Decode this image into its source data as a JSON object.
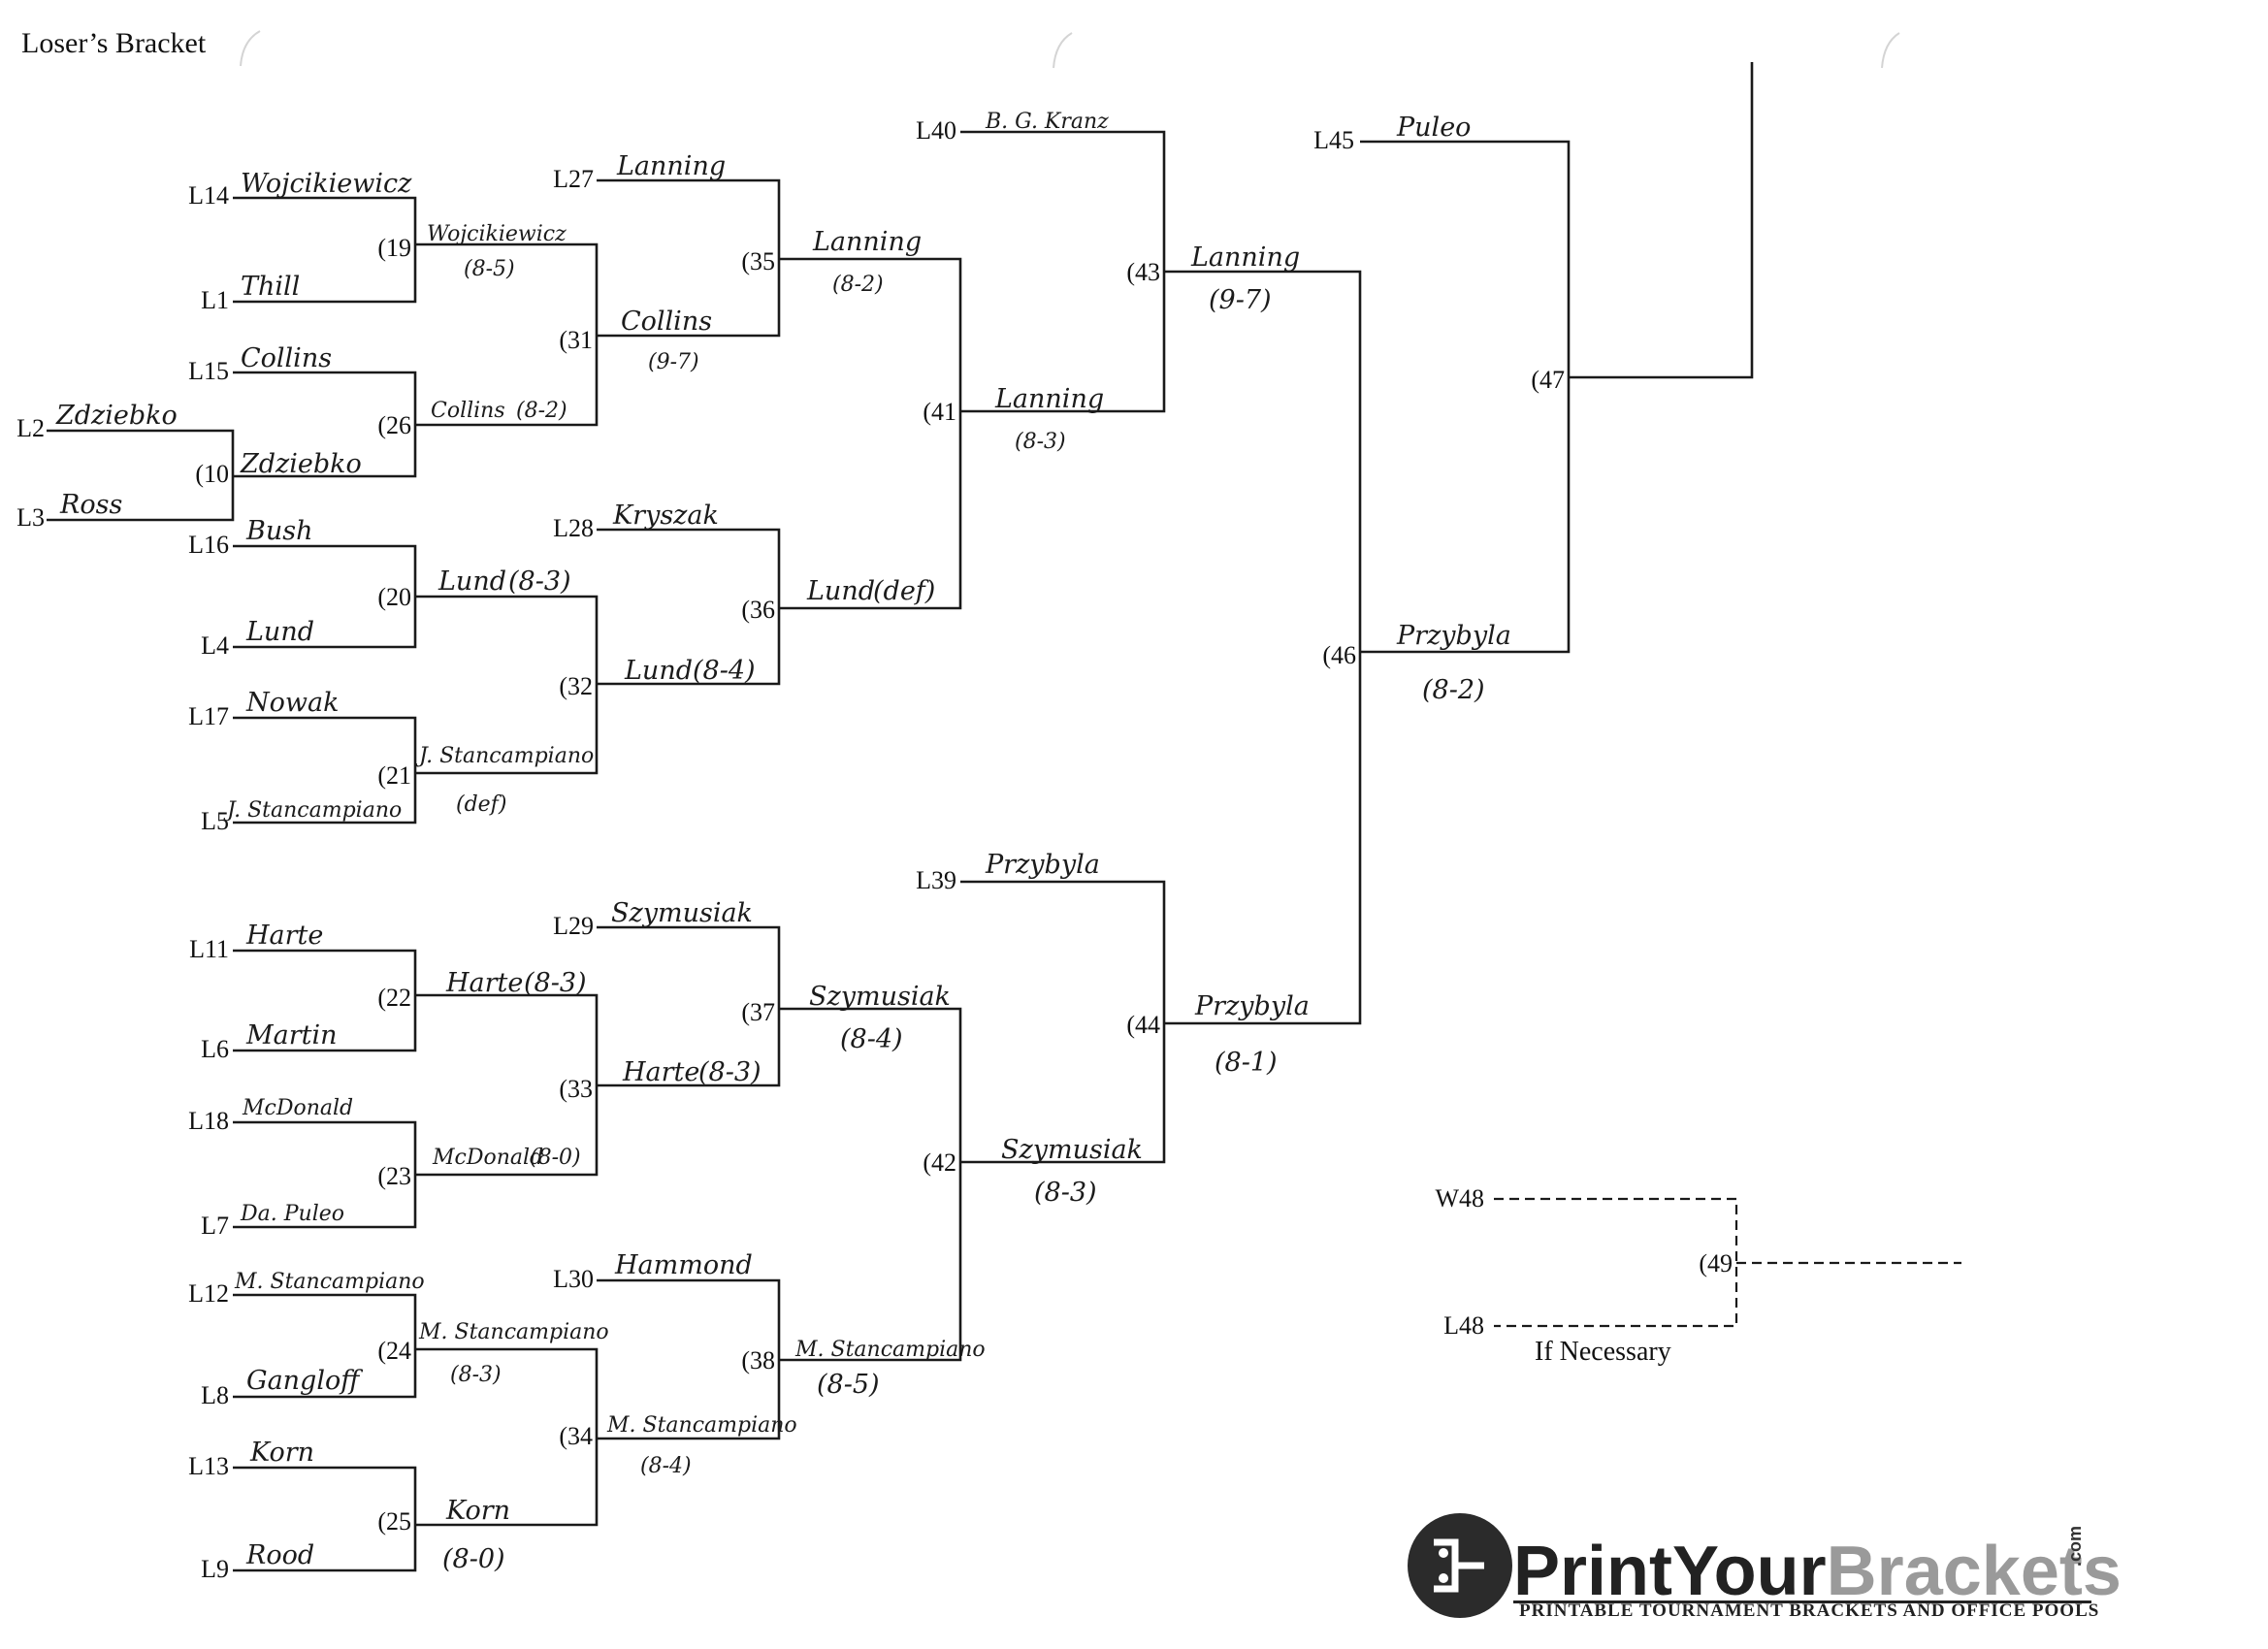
{
  "title": "Loser’s Bracket",
  "slots": {
    "L14": {
      "label": "L14",
      "name": "Wojcikiewicz"
    },
    "L1": {
      "label": "L1",
      "name": "Thill"
    },
    "L15": {
      "label": "L15",
      "name": "Collins"
    },
    "L2": {
      "label": "L2",
      "name": "Zdziebko"
    },
    "L3": {
      "label": "L3",
      "name": "Ross"
    },
    "L16": {
      "label": "L16",
      "name": "Bush"
    },
    "L4": {
      "label": "L4",
      "name": "Lund"
    },
    "L17": {
      "label": "L17",
      "name": "Nowak"
    },
    "L5": {
      "label": "L5",
      "name": "J. Stancampiano"
    },
    "L11": {
      "label": "L11",
      "name": "Harte"
    },
    "L6": {
      "label": "L6",
      "name": "Martin"
    },
    "L18": {
      "label": "L18",
      "name": "McDonald"
    },
    "L7": {
      "label": "L7",
      "name": "Da. Puleo"
    },
    "L12": {
      "label": "L12",
      "name": "M. Stancampiano"
    },
    "L8": {
      "label": "L8",
      "name": "Gangloff"
    },
    "L13": {
      "label": "L13",
      "name": "Korn"
    },
    "L9": {
      "label": "L9",
      "name": "Rood"
    },
    "L27": {
      "label": "L27",
      "name": "Lanning"
    },
    "L28": {
      "label": "L28",
      "name": "Kryszak"
    },
    "L29": {
      "label": "L29",
      "name": "Szymusiak"
    },
    "L30": {
      "label": "L30",
      "name": "Hammond"
    },
    "L40": {
      "label": "L40",
      "name": "B. G. Kranz"
    },
    "L39": {
      "label": "L39",
      "name": "Przybyla"
    },
    "L45": {
      "label": "L45",
      "name": "Puleo"
    }
  },
  "games": {
    "g10": {
      "label": "(10",
      "winner": "Zdziebko",
      "score": ""
    },
    "g19": {
      "label": "(19",
      "winner": "Wojcikiewicz",
      "score": "(8-5)"
    },
    "g26": {
      "label": "(26",
      "winner": "Collins",
      "score": "(8-2)"
    },
    "g20": {
      "label": "(20",
      "winner": "Lund",
      "score": "(8-3)"
    },
    "g21": {
      "label": "(21",
      "winner": "J. Stancampiano",
      "score": "(def)"
    },
    "g22": {
      "label": "(22",
      "winner": "Harte",
      "score": "(8-3)"
    },
    "g23": {
      "label": "(23",
      "winner": "McDonald",
      "score": "(8-0)"
    },
    "g24": {
      "label": "(24",
      "winner": "M. Stancampiano",
      "score": "(8-3)"
    },
    "g25": {
      "label": "(25",
      "winner": "Korn",
      "score": "(8-0)"
    },
    "g31": {
      "label": "(31",
      "winner": "Collins",
      "score": "(9-7)"
    },
    "g32": {
      "label": "(32",
      "winner": "Lund",
      "score": "(8-4)"
    },
    "g33": {
      "label": "(33",
      "winner": "Harte",
      "score": "(8-3)"
    },
    "g34": {
      "label": "(34",
      "winner": "M. Stancampiano",
      "score": "(8-4)"
    },
    "g35": {
      "label": "(35",
      "winner": "Lanning",
      "score": "(8-2)"
    },
    "g36": {
      "label": "(36",
      "winner": "Lund",
      "score": "(def)"
    },
    "g37": {
      "label": "(37",
      "winner": "Szymusiak",
      "score": "(8-4)"
    },
    "g38": {
      "label": "(38",
      "winner": "M. Stancampiano",
      "score": "(8-5)"
    },
    "g41": {
      "label": "(41",
      "winner": "Lanning",
      "score": "(8-3)"
    },
    "g42": {
      "label": "(42",
      "winner": "Szymusiak",
      "score": "(8-3)"
    },
    "g43": {
      "label": "(43",
      "winner": "Lanning",
      "score": "(9-7)"
    },
    "g44": {
      "label": "(44",
      "winner": "Przybyla",
      "score": "(8-1)"
    },
    "g46": {
      "label": "(46",
      "winner": "Przybyla",
      "score": "(8-2)"
    },
    "g47": {
      "label": "(47",
      "winner": "",
      "score": ""
    },
    "g49": {
      "label": "(49",
      "winner": "",
      "score": ""
    }
  },
  "if_necessary": {
    "w48": "W48",
    "l48": "L48",
    "note": "If Necessary"
  },
  "logo": {
    "part1": "PrintYour",
    "part2": "Brackets",
    "com": ".com",
    "tagline": "PRINTABLE TOURNAMENT BRACKETS AND OFFICE POOLS",
    "color_dark": "#222222",
    "color_light": "#9a9a9a"
  }
}
